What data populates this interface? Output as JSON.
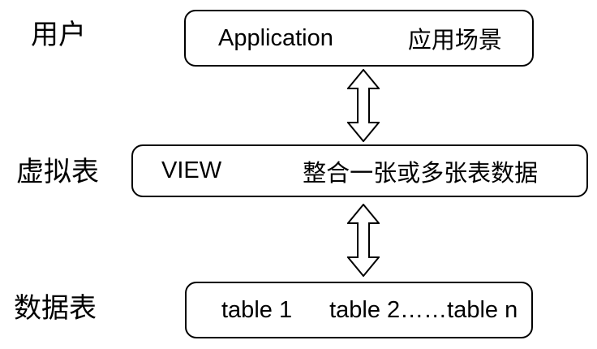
{
  "layers": {
    "user": {
      "label": "用户",
      "box_left": "Application",
      "box_right": "应用场景"
    },
    "view": {
      "label": "虚拟表",
      "box_left": "VIEW",
      "box_right": "整合一张或多张表数据"
    },
    "tables": {
      "label": "数据表",
      "box_left": "table 1",
      "box_right": "table 2……table n"
    }
  },
  "icons": {
    "arrow_app_view": "double-headed-vertical-arrow",
    "arrow_view_tables": "double-headed-vertical-arrow"
  },
  "colors": {
    "background": "#ffffff",
    "stroke": "#000000",
    "text": "#000000"
  }
}
